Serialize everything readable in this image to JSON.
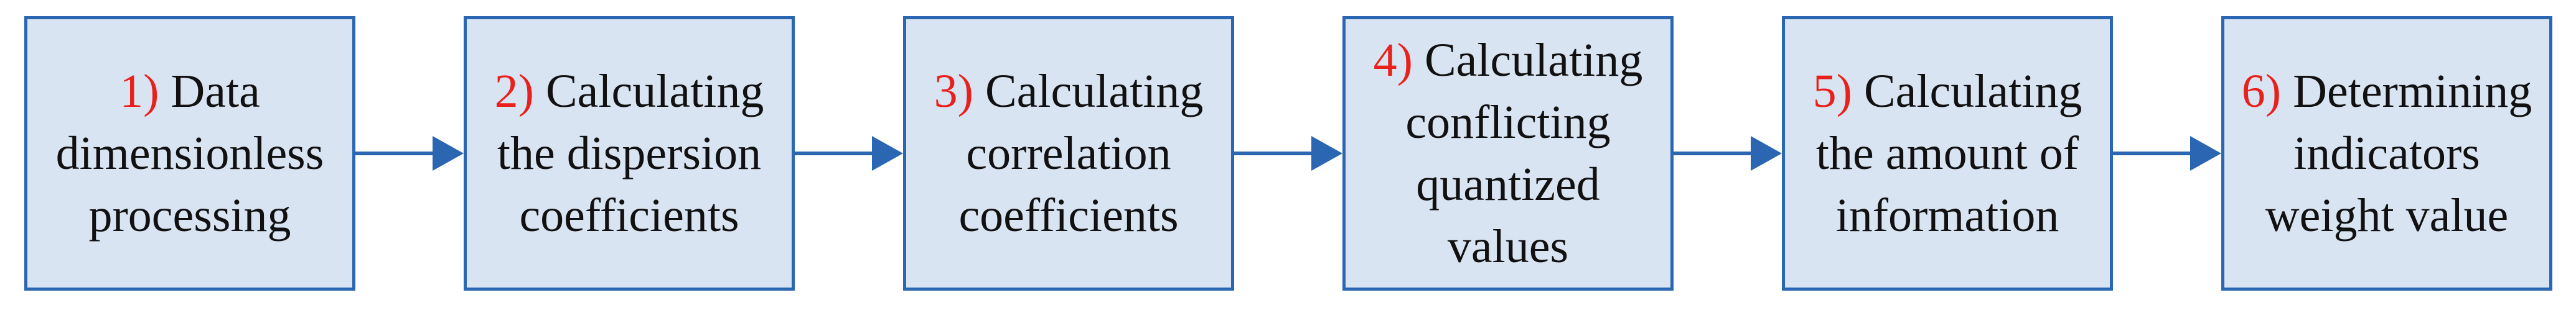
{
  "colors": {
    "box_fill": "#d9e4f3",
    "box_border": "#2a66b1",
    "arrow": "#2a66b1",
    "step_number": "#e8211c",
    "text": "#111111"
  },
  "steps": [
    {
      "number": "1)",
      "lines": [
        "Data",
        "dimensionless",
        "processing"
      ]
    },
    {
      "number": "2)",
      "lines": [
        "Calculating",
        "the dispersion",
        "coefficients"
      ]
    },
    {
      "number": "3)",
      "lines": [
        "Calculating",
        "correlation",
        "coefficients"
      ]
    },
    {
      "number": "4)",
      "lines": [
        "Calculating",
        "conflicting",
        "quantized",
        "values"
      ]
    },
    {
      "number": "5)",
      "lines": [
        "Calculating",
        "the amount of",
        "information"
      ]
    },
    {
      "number": "6)",
      "lines": [
        "Determining",
        "indicators",
        "weight value"
      ]
    }
  ]
}
